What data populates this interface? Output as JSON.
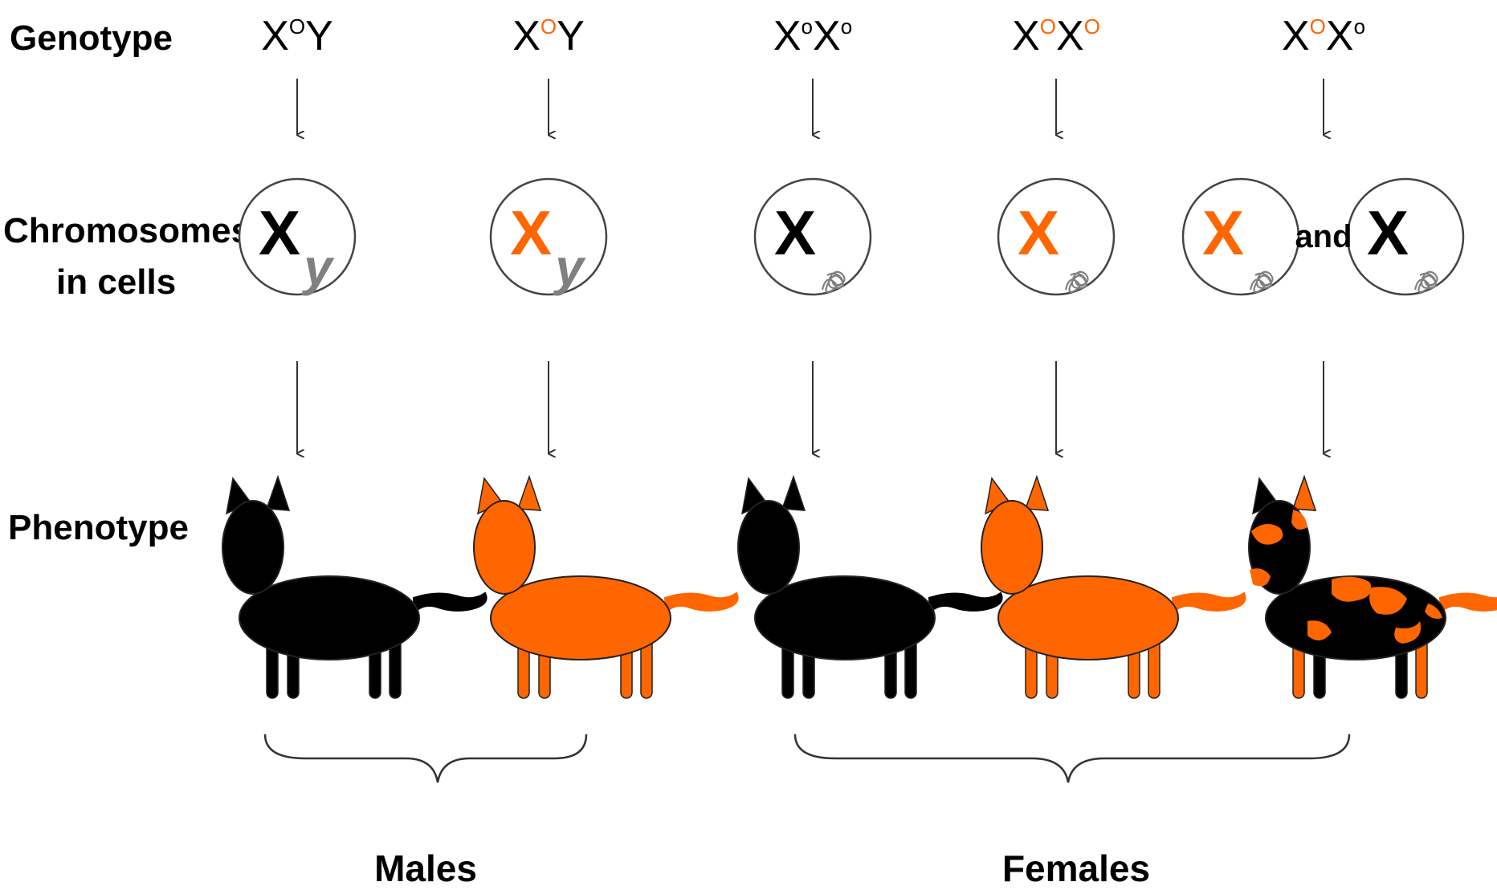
{
  "row_labels": {
    "genotype": "Genotype",
    "chromosomes_line1": "Chromosomes",
    "chromosomes_line2": "in cells",
    "phenotype": "Phenotype"
  },
  "colors": {
    "black": "#000000",
    "orange": "#ff6600",
    "grey": "#808080",
    "line": "#333333"
  },
  "columns": [
    {
      "id": "male-black",
      "genotype": [
        {
          "t": "X",
          "c": "black"
        },
        {
          "t": "O",
          "c": "black",
          "sup": true
        },
        {
          "t": "Y",
          "c": "black"
        }
      ],
      "cells": [
        {
          "x_color": "black",
          "y": true
        }
      ],
      "cat": "black"
    },
    {
      "id": "male-orange",
      "genotype": [
        {
          "t": "X",
          "c": "black"
        },
        {
          "t": "O",
          "c": "orange",
          "sup": true
        },
        {
          "t": "Y",
          "c": "black"
        }
      ],
      "cells": [
        {
          "x_color": "orange",
          "y": true
        }
      ],
      "cat": "orange"
    },
    {
      "id": "female-black",
      "genotype": [
        {
          "t": "X",
          "c": "black"
        },
        {
          "t": "o",
          "c": "black",
          "sup": true
        },
        {
          "t": "X",
          "c": "black"
        },
        {
          "t": "o",
          "c": "black",
          "sup": true
        }
      ],
      "cells": [
        {
          "x_color": "black",
          "y": false
        }
      ],
      "cat": "black"
    },
    {
      "id": "female-orange",
      "genotype": [
        {
          "t": "X",
          "c": "black"
        },
        {
          "t": "O",
          "c": "orange",
          "sup": true
        },
        {
          "t": "X",
          "c": "black"
        },
        {
          "t": "O",
          "c": "orange",
          "sup": true
        }
      ],
      "cells": [
        {
          "x_color": "orange",
          "y": false
        }
      ],
      "cat": "orange"
    },
    {
      "id": "female-tortoiseshell",
      "genotype": [
        {
          "t": "X",
          "c": "black"
        },
        {
          "t": "O",
          "c": "orange",
          "sup": true
        },
        {
          "t": "X",
          "c": "black"
        },
        {
          "t": "o",
          "c": "black",
          "sup": true
        }
      ],
      "cells": [
        {
          "x_color": "orange",
          "y": false
        },
        {
          "x_color": "black",
          "y": false
        }
      ],
      "cat": "tortoiseshell"
    }
  ],
  "chromosome_letters": {
    "x": "X",
    "y": "Y"
  },
  "and_label": "and",
  "groups": {
    "males": "Males",
    "females": "Females"
  }
}
